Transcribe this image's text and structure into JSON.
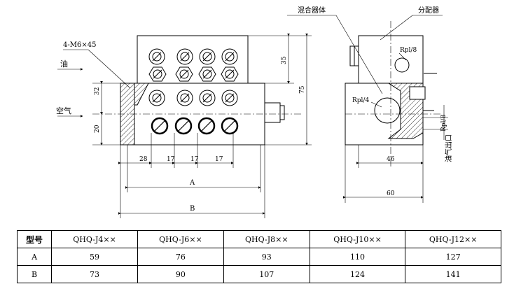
{
  "drawing": {
    "labels": {
      "thread": "4-M6×45",
      "oil": "油",
      "air": "空气",
      "mixer": "混合器体",
      "distributor": "分配器",
      "port_top": "Rpl/8",
      "port_mid": "Rpl/4",
      "port_side": "Rpl/8",
      "outlet": "油气出口"
    },
    "dimensions": {
      "d35": "35",
      "d75": "75",
      "d32": "32",
      "d20": "20",
      "d28": "28",
      "d17a": "17",
      "d17b": "17",
      "d17c": "17",
      "dA": "A",
      "dB": "B",
      "d46": "46",
      "d60": "60"
    }
  },
  "table": {
    "corner": "型号",
    "models": [
      "QHQ-J4××",
      "QHQ-J6××",
      "QHQ-J8××",
      "QHQ-J10××",
      "QHQ-J12××"
    ],
    "rows": [
      {
        "label": "A",
        "values": [
          "59",
          "76",
          "93",
          "110",
          "127"
        ]
      },
      {
        "label": "B",
        "values": [
          "73",
          "90",
          "107",
          "124",
          "141"
        ]
      }
    ]
  }
}
